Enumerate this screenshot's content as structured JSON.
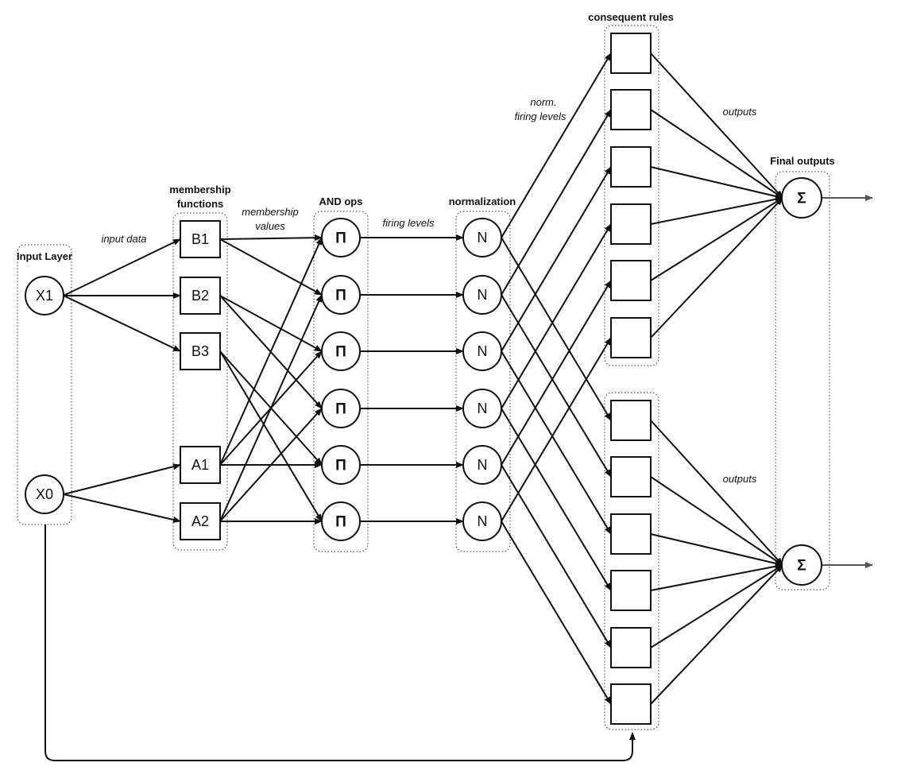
{
  "titles": {
    "input_layer": "Input Layer",
    "membership_line1": "membership",
    "membership_line2": "functions",
    "and_ops": "AND ops",
    "normalization": "normalization",
    "consequent": "consequent rules",
    "final_outputs": "Final outputs"
  },
  "labels": {
    "input_data": "input data",
    "membership_values_line1": "membership",
    "membership_values_line2": "values",
    "firing_levels": "firing levels",
    "norm_line1": "norm.",
    "norm_line2": "firing levels",
    "outputs_top": "outputs",
    "outputs_bottom": "outputs"
  },
  "nodes": {
    "inputs": [
      "X1",
      "X0"
    ],
    "membership": [
      "B1",
      "B2",
      "B3",
      "A1",
      "A2"
    ],
    "and_symbol": "Π",
    "norm_symbol": "N",
    "sum_symbol": "Σ"
  }
}
